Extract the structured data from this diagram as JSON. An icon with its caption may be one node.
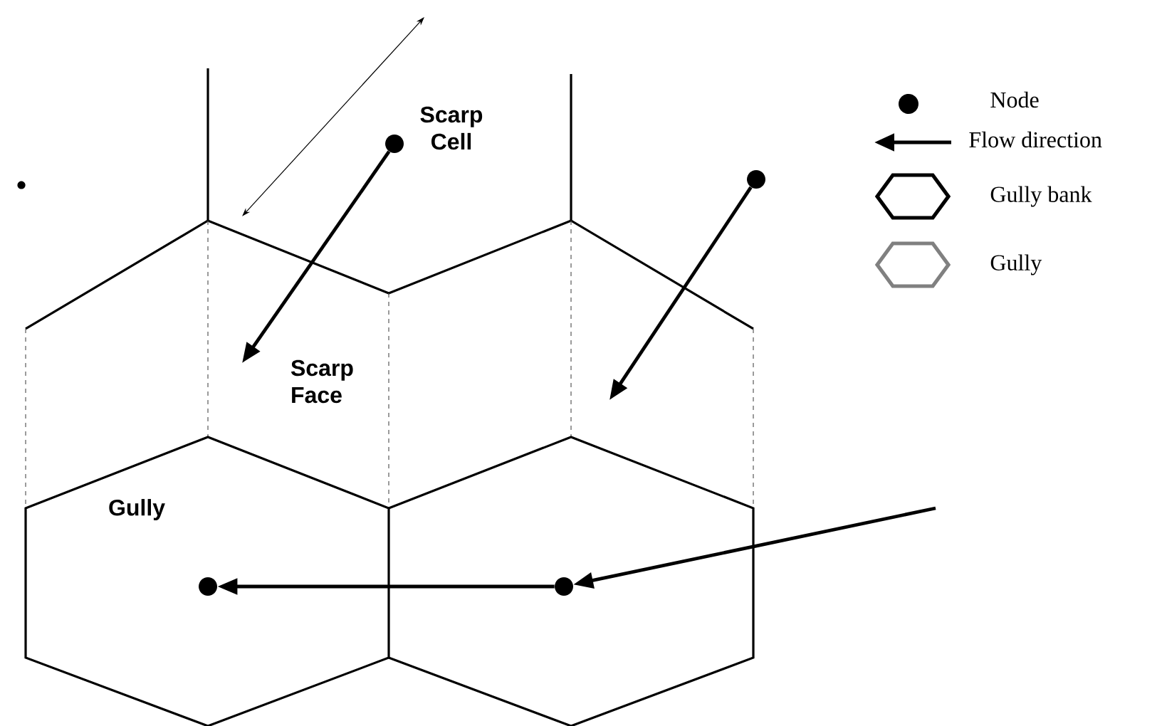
{
  "diagram": {
    "nodes": [
      {
        "text": [],
        "shape": "circle",
        "beside": [
          "Scarp Cell"
        ]
      },
      {
        "text": [],
        "shape": "circle"
      },
      {
        "text": [],
        "shape": "circle",
        "beside": [
          "Gully"
        ]
      },
      {
        "text": [],
        "shape": "circle"
      }
    ],
    "edges": [
      {
        "from": 0,
        "to": null,
        "arrow": "to"
      },
      {
        "from": 1,
        "to": null,
        "arrow": "to"
      },
      {
        "from": 3,
        "to": 2,
        "arrow": "to"
      },
      {
        "from": null,
        "to": 3,
        "arrow": "to"
      }
    ],
    "labels": [
      "Scarp Face"
    ],
    "legend": [
      {
        "text": "Node"
      },
      {
        "text": "Flow direction"
      },
      {
        "text": "Gully bank"
      },
      {
        "text": "Gully"
      }
    ]
  }
}
